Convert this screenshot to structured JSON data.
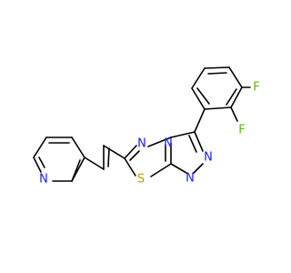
{
  "molecule": {
    "atoms": {
      "F1": "F",
      "F2": "F",
      "N1": "N",
      "N2": "N",
      "N3": "N",
      "N4": "N",
      "S1": "S",
      "N5": "N"
    },
    "colors": {
      "bond": "#000000",
      "F": "#5fb800",
      "N": "#1a1aff",
      "S": "#b8a000"
    }
  }
}
